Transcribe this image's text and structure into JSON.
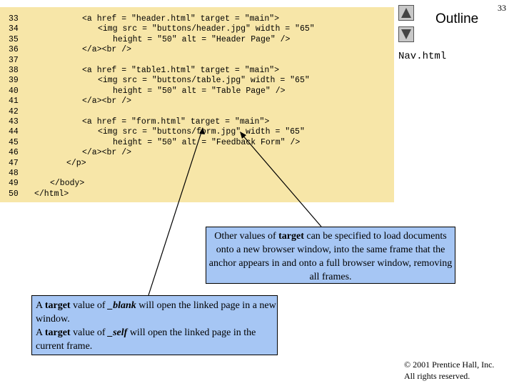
{
  "slide_number": "33",
  "outline_title": "Outline",
  "file_name": "Nav.html",
  "code_lines": [
    {
      "num": "33",
      "code": "<a href = \"header.html\" target = \"main\">"
    },
    {
      "num": "34",
      "code": "<img src = \"buttons/header.jpg\" width = \"65\""
    },
    {
      "num": "35",
      "code": "height = \"50\" alt = \"Header Page\" />"
    },
    {
      "num": "36",
      "code": "</a><br />"
    },
    {
      "num": "37",
      "code": ""
    },
    {
      "num": "38",
      "code": "<a href = \"table1.html\" target = \"main\">"
    },
    {
      "num": "39",
      "code": "<img src = \"buttons/table.jpg\" width = \"65\""
    },
    {
      "num": "40",
      "code": "height = \"50\" alt = \"Table Page\" />"
    },
    {
      "num": "41",
      "code": "</a><br />"
    },
    {
      "num": "42",
      "code": ""
    },
    {
      "num": "43",
      "code": "<a href = \"form.html\" target = \"main\">"
    },
    {
      "num": "44",
      "code": "<img src = \"buttons/form.jpg\" width = \"65\""
    },
    {
      "num": "45",
      "code": "height = \"50\" alt = \"Feedback Form\" />"
    },
    {
      "num": "46",
      "code": "</a><br />"
    },
    {
      "num": "47",
      "code": "</p>"
    },
    {
      "num": "48",
      "code": ""
    },
    {
      "num": "49",
      "code": "</body>"
    },
    {
      "num": "50",
      "code": "</html>"
    }
  ],
  "callout_target": {
    "part1": "Other values of ",
    "keyword": "target",
    "part2": " can be specified to load documents onto a new browser window, into the same frame that the anchor appears in and onto a full browser window, removing all frames."
  },
  "callout_blank": {
    "p1": "A ",
    "k1": "target",
    "p2": " value of ",
    "v1": "_blank",
    "p3": " will open the linked page in a new window.",
    "p4": "A ",
    "k2": "target",
    "p5": " value of ",
    "v2": "_self",
    "p6": " will open the linked page in the current frame."
  },
  "copyright": {
    "line1": "© 2001 Prentice Hall, Inc.",
    "line2": "All rights reserved."
  },
  "colors": {
    "code_background": "#f7e6a8",
    "callout_background": "#a6c6f4"
  },
  "icons": [
    "arrow-up-icon",
    "arrow-down-icon"
  ]
}
